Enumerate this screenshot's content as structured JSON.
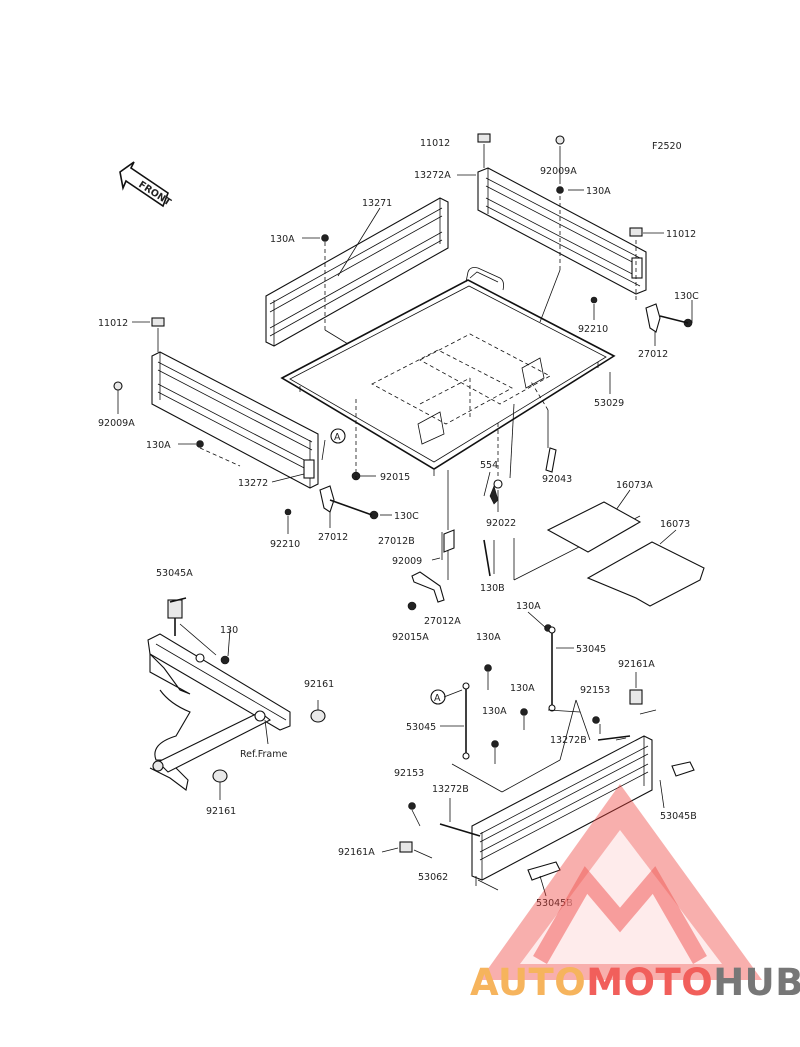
{
  "figure_code": "F2520",
  "front_label": "FRONT",
  "callout_a": "A",
  "ref_frame": "Ref.Frame",
  "parts": {
    "p11012_top": "11012",
    "p13272A": "13272A",
    "p92009A_top": "92009A",
    "p130A_top_right": "130A",
    "p11012_right": "11012",
    "p130C_right": "130C",
    "p92210_right": "92210",
    "p27012_right": "27012",
    "p53029": "53029",
    "p13271": "13271",
    "p130A_left_top": "130A",
    "p11012_left": "11012",
    "p92009A_left": "92009A",
    "p130A_left_mid": "130A",
    "p13272": "13272",
    "p92210_left": "92210",
    "p27012_left": "27012",
    "p130C_mid": "130C",
    "p92015": "92015",
    "p554": "554",
    "p92043": "92043",
    "p92022": "92022",
    "p16073A": "16073A",
    "p16073": "16073",
    "p27012B": "27012B",
    "p92009": "92009",
    "p130B": "130B",
    "p27012A": "27012A",
    "p92015A": "92015A",
    "p53045A": "53045A",
    "p130": "130",
    "p92161_top": "92161",
    "p92161_bottom": "92161",
    "p130A_s1": "130A",
    "p130A_s2": "130A",
    "p53045_top": "53045",
    "p92161A_right": "92161A",
    "p130A_s3": "130A",
    "p92153_right": "92153",
    "p53045_left": "53045",
    "p130A_s4": "130A",
    "p13272B_right": "13272B",
    "p92153_left": "92153",
    "p13272B_left": "13272B",
    "p53045B_right": "53045B",
    "p92161A_left": "92161A",
    "p53062": "53062",
    "p53045B_bottom": "53045B"
  },
  "watermark": {
    "text_part1": "AUTO",
    "text_part2": "MOTO",
    "text_part3": "HUB",
    "color_orange": "#f5a43a",
    "color_red": "#ee3d38",
    "color_gray": "#5a5a5a"
  }
}
